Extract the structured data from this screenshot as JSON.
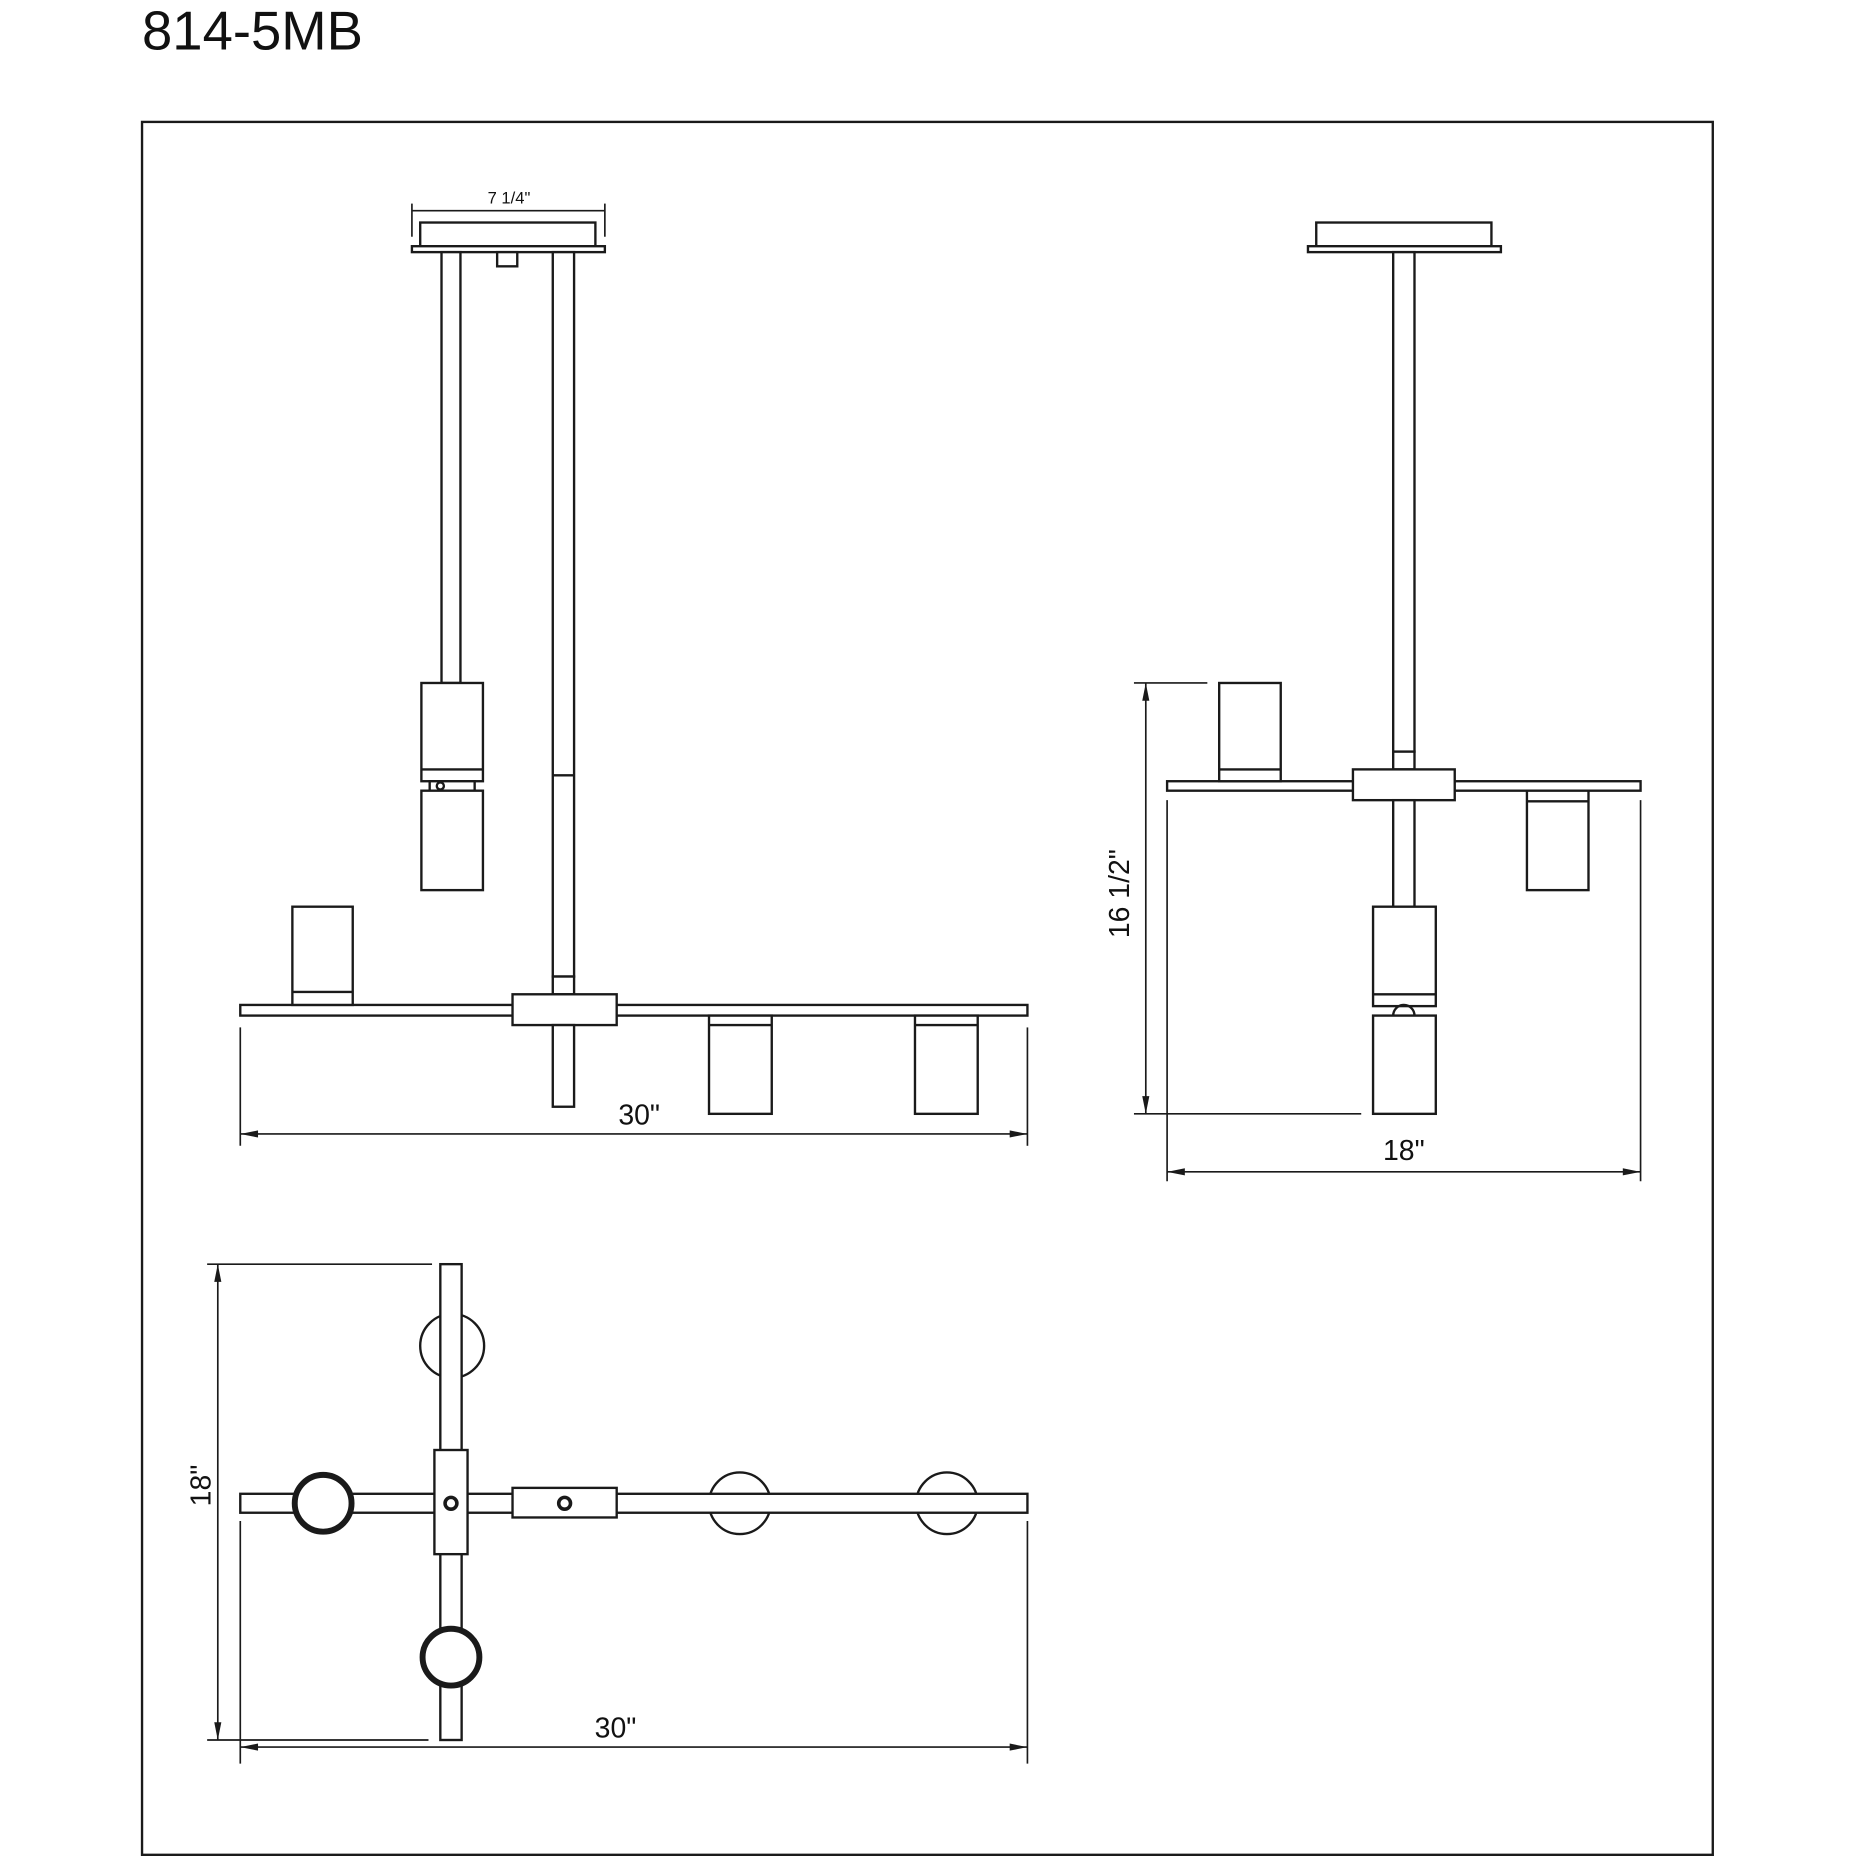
{
  "title": "814-5MB",
  "front_view": {
    "canopy_width_label": "7 1/4\"",
    "width_label": "30\""
  },
  "side_view": {
    "height_label": "16 1/2\"",
    "width_label": "18\""
  },
  "top_view": {
    "depth_label": "18\"",
    "width_label": "30\""
  },
  "colors": {
    "line": "#1a1a1a",
    "background": "#ffffff"
  }
}
